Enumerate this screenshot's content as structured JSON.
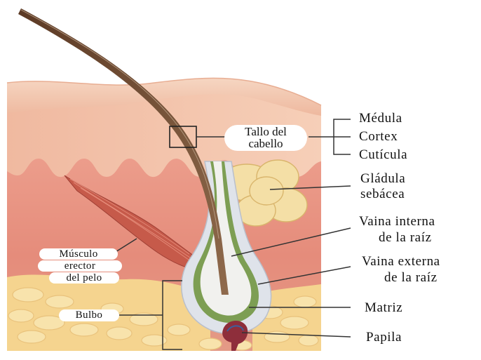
{
  "labels": {
    "medula": "Médula",
    "cortex": "Cortex",
    "cuticula": "Cutícula",
    "sebacea_1": "Gládula",
    "sebacea_2": "sebácea",
    "vaina_interna_1": "Vaina interna",
    "vaina_interna_2": "de la raíz",
    "vaina_externa_1": "Vaina externa",
    "vaina_externa_2": "de la raíz",
    "matriz": "Matriz",
    "papila": "Papila"
  },
  "callouts": {
    "tallo_1": "Tallo del",
    "tallo_2": "cabello",
    "musculo_1": "Músculo",
    "musculo_2": "erector",
    "musculo_3": "del pelo",
    "bulbo": "Bulbo"
  },
  "colors": {
    "epidermis": "#f1c3a7",
    "dermis": "#e8907e",
    "fat": "#f6dda0",
    "hair": "#7b563c",
    "gland": "#f4dfa6",
    "muscle": "#c65a4a",
    "inner_sheath": "#7d9e53",
    "outer_sheath": "#dfe3ea",
    "papilla": "#8e2e3b"
  }
}
